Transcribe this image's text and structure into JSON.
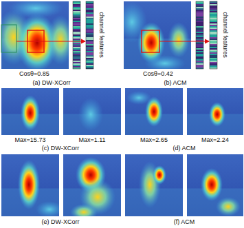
{
  "diagram": {
    "labels": [
      "channel features",
      "channel features",
      "Cosθ=0.85",
      "(a) DW-XCorr",
      "Cosθ=0.42",
      "(b) ACM",
      "Max=15.73",
      "Max=1.11",
      "(c) DW-XCorr",
      "Max=2.65",
      "Max=2.24",
      "(d) ACM",
      "(e) DW-XCorr",
      "(f) ACM"
    ]
  }
}
